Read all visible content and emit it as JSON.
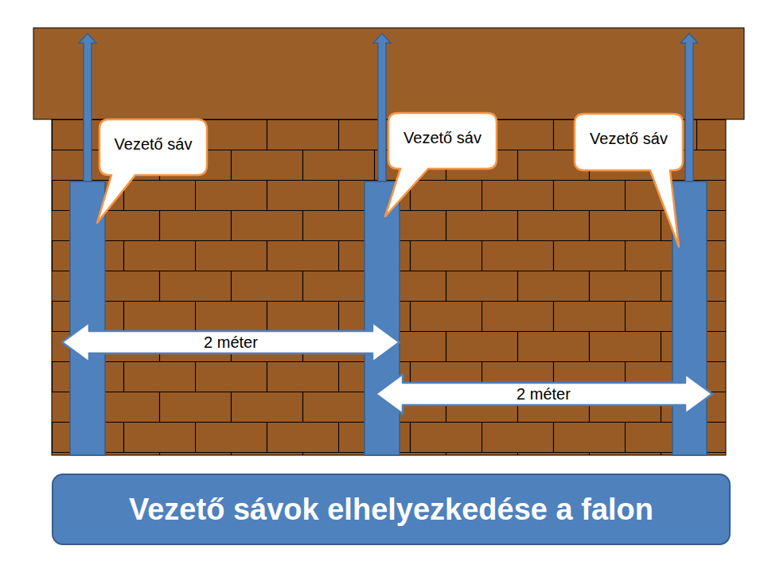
{
  "diagram": {
    "title": "Vezető sávok elhelyezkedése a falon",
    "nodes": [
      {
        "text": [
          "Vezető sáv"
        ]
      },
      {
        "text": [
          "Vezető sáv"
        ]
      },
      {
        "text": [
          "Vezető sáv"
        ]
      }
    ],
    "labels": [
      "2 méter",
      "2 méter"
    ]
  }
}
